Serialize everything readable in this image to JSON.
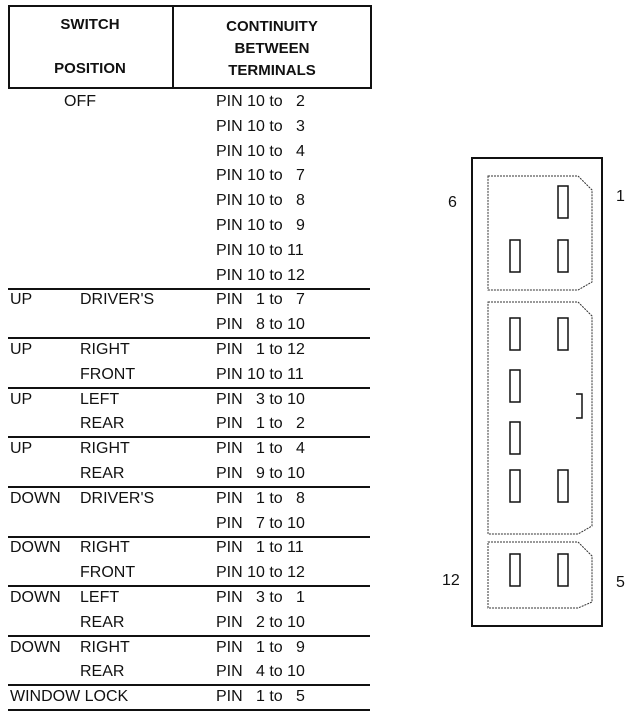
{
  "header": {
    "switch_line1": "SWITCH",
    "switch_line2": "POSITION",
    "cont_line1": "CONTINUITY",
    "cont_line2": "BETWEEN",
    "cont_line3": "TERMINALS"
  },
  "rows": [
    {
      "pos": "OFF",
      "switch": "",
      "pin": "PIN 10 to   2",
      "rule": false
    },
    {
      "pos": "",
      "switch": "",
      "pin": "PIN 10 to   3",
      "rule": false
    },
    {
      "pos": "",
      "switch": "",
      "pin": "PIN 10 to   4",
      "rule": false
    },
    {
      "pos": "",
      "switch": "",
      "pin": "PIN 10 to   7",
      "rule": false
    },
    {
      "pos": "",
      "switch": "",
      "pin": "PIN 10 to   8",
      "rule": false
    },
    {
      "pos": "",
      "switch": "",
      "pin": "PIN 10 to   9",
      "rule": false
    },
    {
      "pos": "",
      "switch": "",
      "pin": "PIN 10 to 11",
      "rule": false
    },
    {
      "pos": "",
      "switch": "",
      "pin": "PIN 10 to 12",
      "rule": true
    },
    {
      "pos": "UP",
      "switch": "DRIVER'S",
      "pin": "PIN   1 to   7",
      "rule": false
    },
    {
      "pos": "",
      "switch": "",
      "pin": "PIN   8 to 10",
      "rule": true
    },
    {
      "pos": "UP",
      "switch": "RIGHT",
      "pin": "PIN   1 to 12",
      "rule": false
    },
    {
      "pos": "",
      "switch": "FRONT",
      "pin": "PIN 10 to 11",
      "rule": true
    },
    {
      "pos": "UP",
      "switch": "LEFT",
      "pin": "PIN   3 to 10",
      "rule": false
    },
    {
      "pos": "",
      "switch": "REAR",
      "pin": "PIN   1 to   2",
      "rule": true
    },
    {
      "pos": "UP",
      "switch": "RIGHT",
      "pin": "PIN   1 to   4",
      "rule": false
    },
    {
      "pos": "",
      "switch": "REAR",
      "pin": "PIN   9 to 10",
      "rule": true
    },
    {
      "pos": "DOWN",
      "switch": "DRIVER'S",
      "pin": "PIN   1 to   8",
      "rule": false
    },
    {
      "pos": "",
      "switch": "",
      "pin": "PIN   7 to 10",
      "rule": true
    },
    {
      "pos": "DOWN",
      "switch": "RIGHT",
      "pin": "PIN   1 to 11",
      "rule": false
    },
    {
      "pos": "",
      "switch": "FRONT",
      "pin": "PIN 10 to 12",
      "rule": true
    },
    {
      "pos": "DOWN",
      "switch": "LEFT",
      "pin": "PIN   3 to   1",
      "rule": false
    },
    {
      "pos": "",
      "switch": "REAR",
      "pin": "PIN   2 to 10",
      "rule": true
    },
    {
      "pos": "DOWN",
      "switch": "RIGHT",
      "pin": "PIN   1 to   9",
      "rule": false
    },
    {
      "pos": "",
      "switch": "REAR",
      "pin": "PIN   4 to 10",
      "rule": true
    },
    {
      "pos": "WINDOW LOCK",
      "switch": "",
      "pin": "PIN   1 to   5",
      "rule": true
    }
  ],
  "connector_labels": {
    "top_left": "6",
    "top_right": "1",
    "bottom_left": "12",
    "bottom_right": "5"
  }
}
